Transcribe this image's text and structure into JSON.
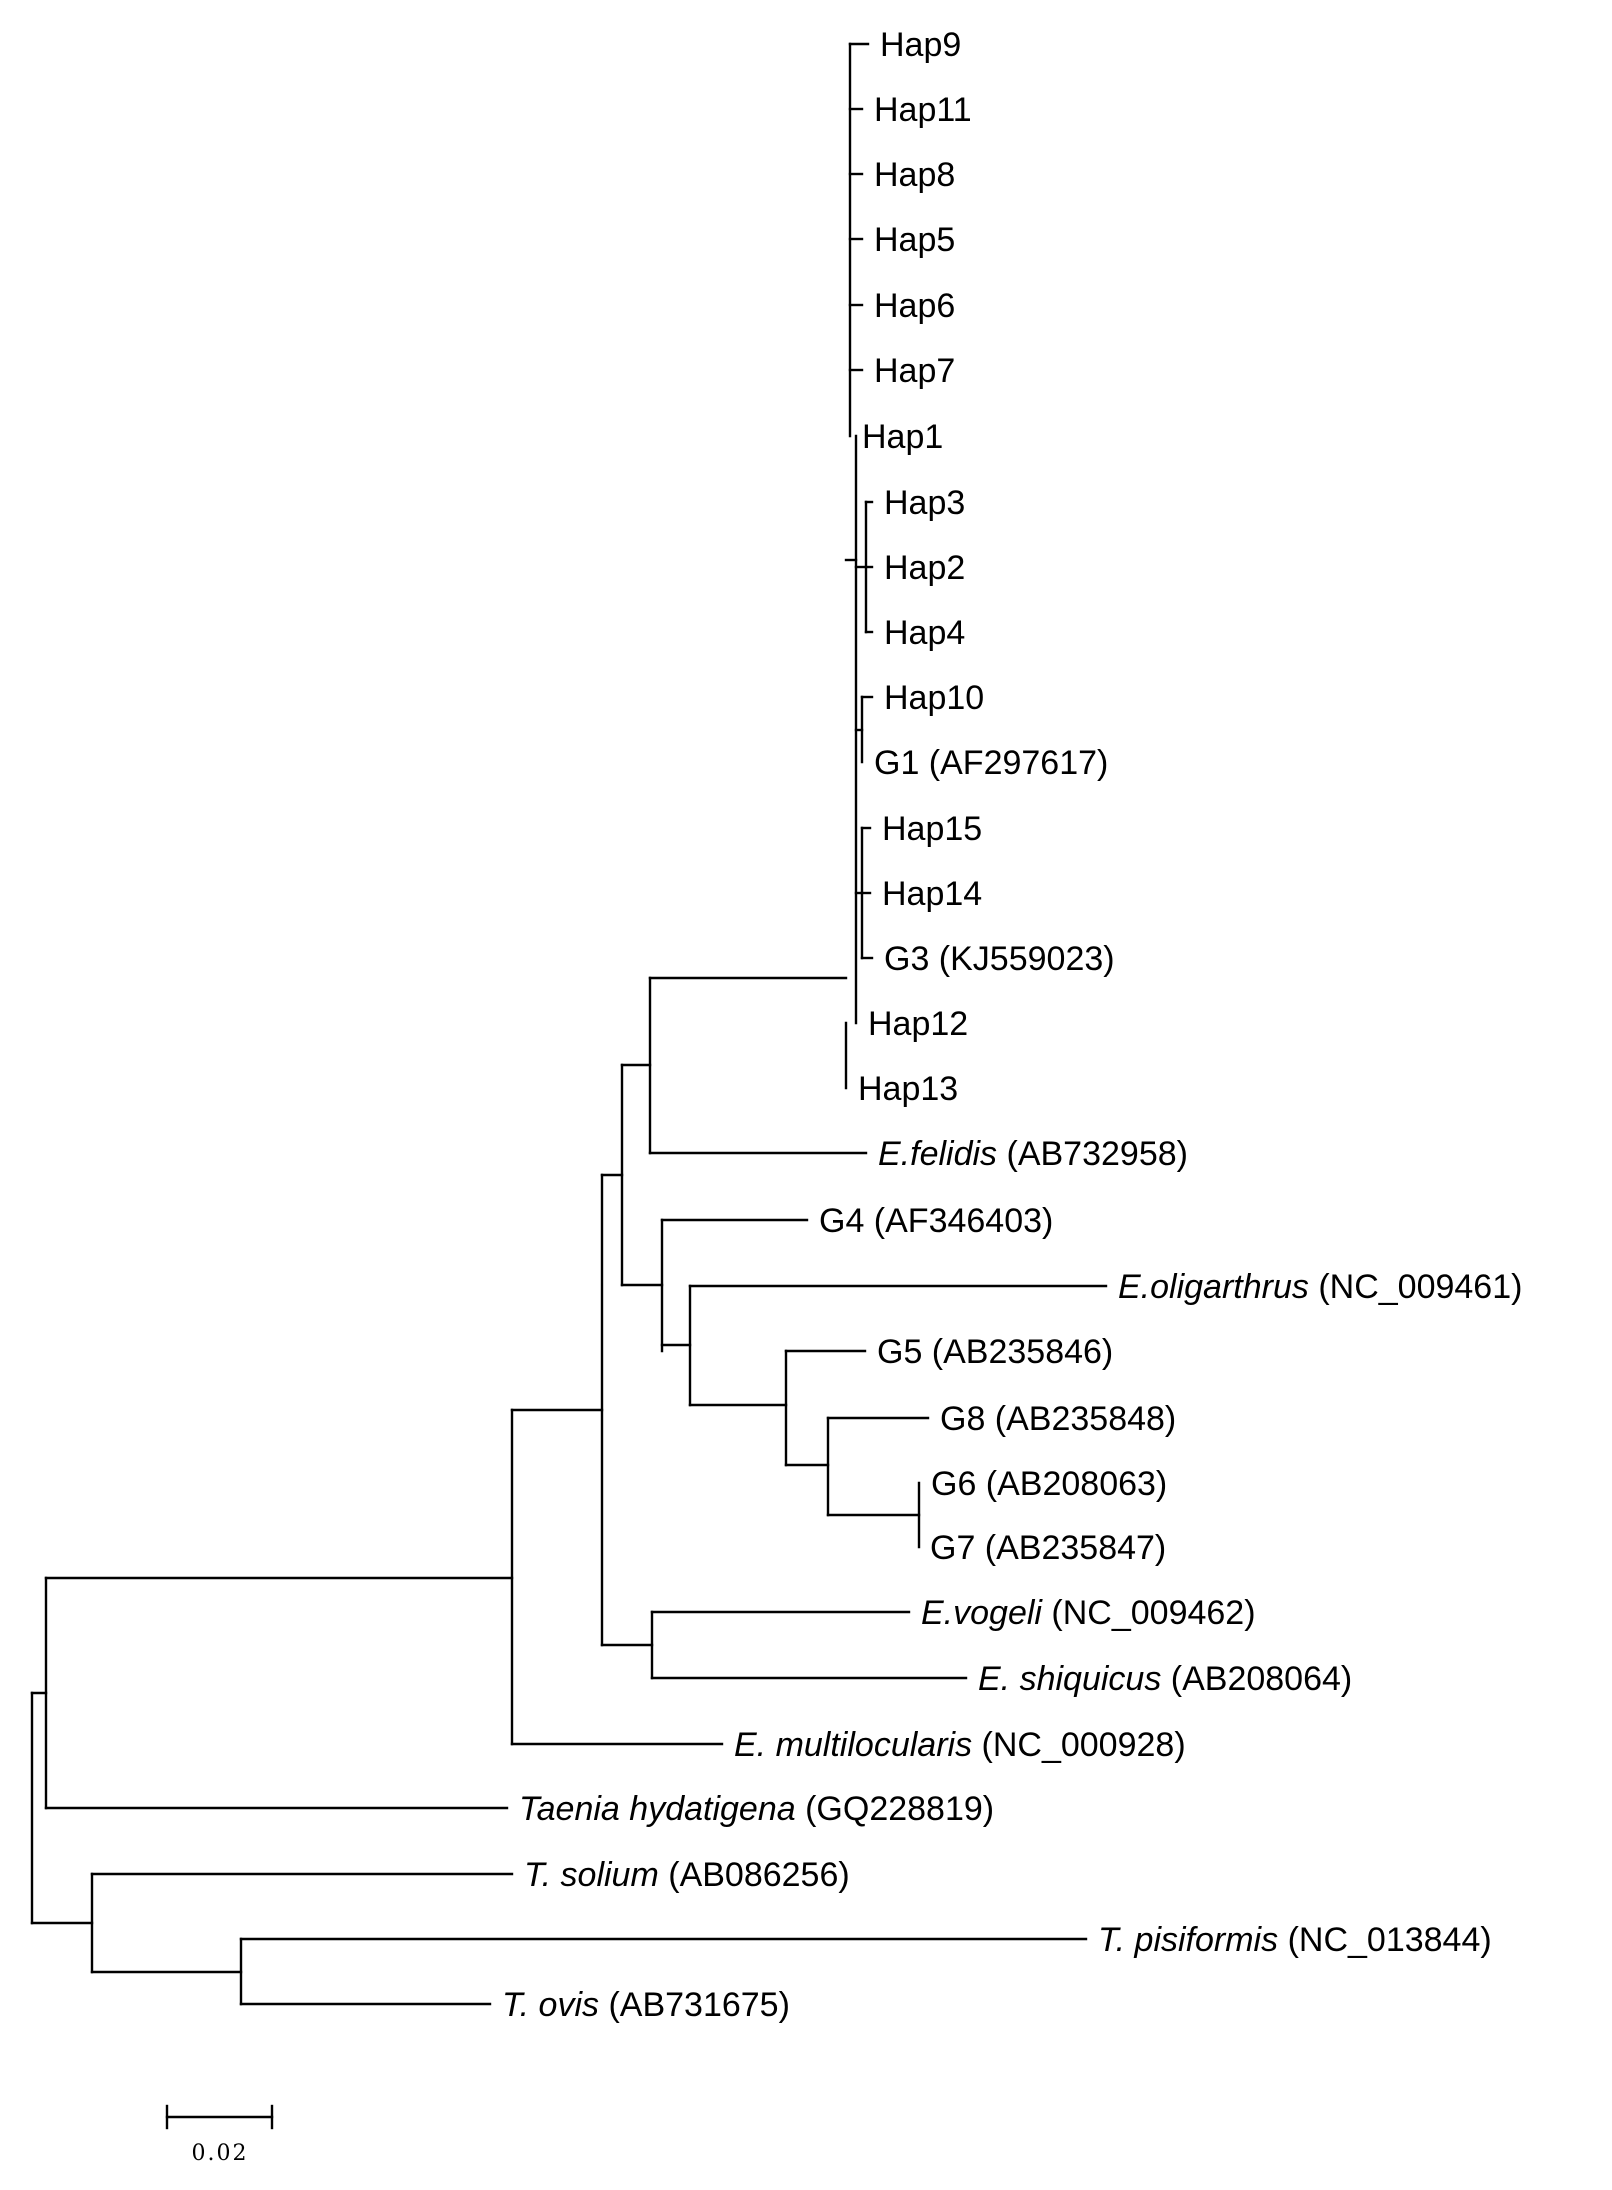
{
  "figure": {
    "scale_bar_label": "0.02",
    "taxa": [
      {
        "id": "hap9",
        "species": "",
        "accession": "Hap9"
      },
      {
        "id": "hap11",
        "species": "",
        "accession": "Hap11"
      },
      {
        "id": "hap8",
        "species": "",
        "accession": "Hap8"
      },
      {
        "id": "hap5",
        "species": "",
        "accession": "Hap5"
      },
      {
        "id": "hap6",
        "species": "",
        "accession": "Hap6"
      },
      {
        "id": "hap7",
        "species": "",
        "accession": "Hap7"
      },
      {
        "id": "hap1",
        "species": "",
        "accession": "Hap1"
      },
      {
        "id": "hap3",
        "species": "",
        "accession": "Hap3"
      },
      {
        "id": "hap2",
        "species": "",
        "accession": "Hap2"
      },
      {
        "id": "hap4",
        "species": "",
        "accession": "Hap4"
      },
      {
        "id": "hap10",
        "species": "",
        "accession": "Hap10"
      },
      {
        "id": "g1",
        "species": "",
        "accession": "G1 (AF297617)"
      },
      {
        "id": "hap15",
        "species": "",
        "accession": "Hap15"
      },
      {
        "id": "hap14",
        "species": "",
        "accession": "Hap14"
      },
      {
        "id": "g3",
        "species": "",
        "accession": "G3 (KJ559023)"
      },
      {
        "id": "hap12",
        "species": "",
        "accession": "Hap12"
      },
      {
        "id": "hap13",
        "species": "",
        "accession": "Hap13"
      },
      {
        "id": "e-felidis",
        "species": "E.felidis",
        "accession": " (AB732958)"
      },
      {
        "id": "g4",
        "species": "",
        "accession": "G4 (AF346403)"
      },
      {
        "id": "e-oligarthrus",
        "species": "E.oligarthrus",
        "accession": " (NC_009461)"
      },
      {
        "id": "g5",
        "species": "",
        "accession": "G5 (AB235846)"
      },
      {
        "id": "g8",
        "species": "",
        "accession": "G8 (AB235848)"
      },
      {
        "id": "g6",
        "species": "",
        "accession": "G6 (AB208063)"
      },
      {
        "id": "g7",
        "species": "",
        "accession": "G7 (AB235847)"
      },
      {
        "id": "e-vogeli",
        "species": "E.vogeli",
        "accession": " (NC_009462)"
      },
      {
        "id": "e-shiquicus",
        "species": "E. shiquicus",
        "accession": " (AB208064)"
      },
      {
        "id": "e-multilocularis",
        "species": "E. multilocularis",
        "accession": " (NC_000928)"
      },
      {
        "id": "taenia-hydatigena",
        "species": "Taenia hydatigena",
        "accession": " (GQ228819)"
      },
      {
        "id": "t-solium",
        "species": "T. solium",
        "accession": " (AB086256)"
      },
      {
        "id": "t-pisiformis",
        "species": "T. pisiformis",
        "accession": " (NC_013844)"
      },
      {
        "id": "t-ovis",
        "species": "T. ovis",
        "accession": " (AB731675)"
      }
    ]
  }
}
